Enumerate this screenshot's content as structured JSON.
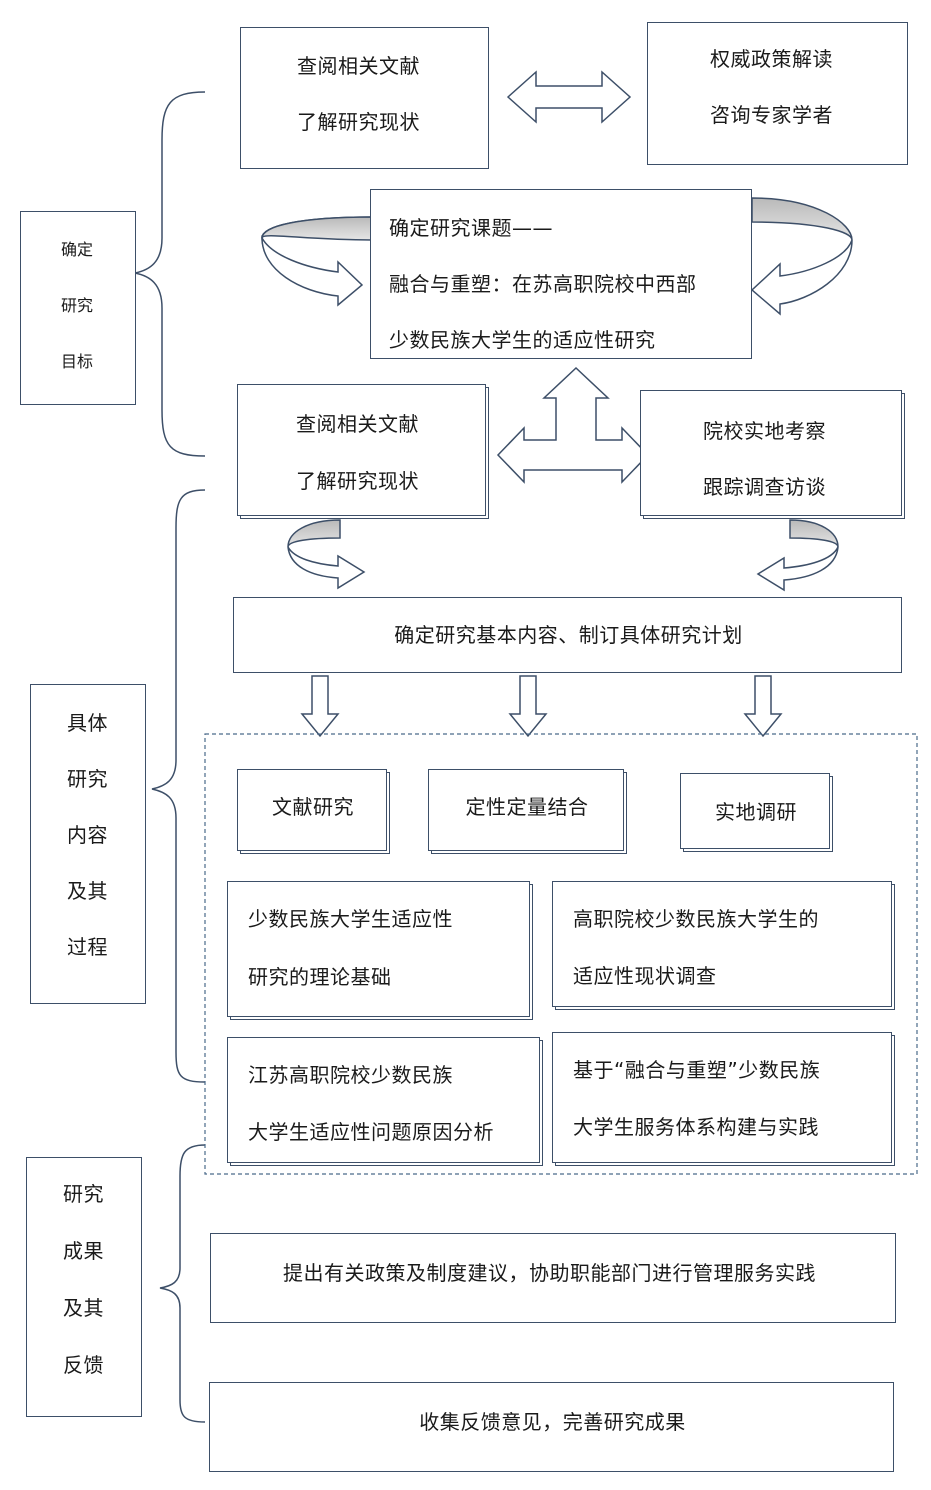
{
  "left_labels": {
    "goal": [
      "确定",
      "研究",
      "目标"
    ],
    "content": [
      "具体",
      "研究",
      "内容",
      "及其",
      "过程"
    ],
    "results": [
      "研究",
      "成果",
      "及其",
      "反馈"
    ]
  },
  "top": {
    "literature": [
      "查阅相关文献",
      "了解研究现状"
    ],
    "policy": [
      "权威政策解读",
      "咨询专家学者"
    ]
  },
  "topic": {
    "line1": "确定研究课题——",
    "line2": "融合与重塑：在苏高职院校中西部",
    "line3": "少数民族大学生的适应性研究"
  },
  "middle": {
    "literature": [
      "查阅相关文献",
      "了解研究现状"
    ],
    "field": [
      "院校实地考察",
      "跟踪调查访谈"
    ]
  },
  "plan": "确定研究基本内容、制订具体研究计划",
  "methods": [
    "文献研究",
    "定性定量结合",
    "实地调研"
  ],
  "contents": [
    [
      "少数民族大学生适应性",
      "研究的理论基础"
    ],
    [
      "高职院校少数民族大学生的",
      "适应性现状调查"
    ],
    [
      "江苏高职院校少数民族",
      "大学生适应性问题原因分析"
    ],
    [
      "基于“融合与重塑”少数民族",
      "大学生服务体系构建与实践"
    ]
  ],
  "results": [
    "提出有关政策及制度建议，协助职能部门进行管理服务实践",
    "收集反馈意见，完善研究成果"
  ],
  "colors": {
    "line": "#3d4f68",
    "shade": "#c8c8c8",
    "dash": "#4a6a8a"
  }
}
